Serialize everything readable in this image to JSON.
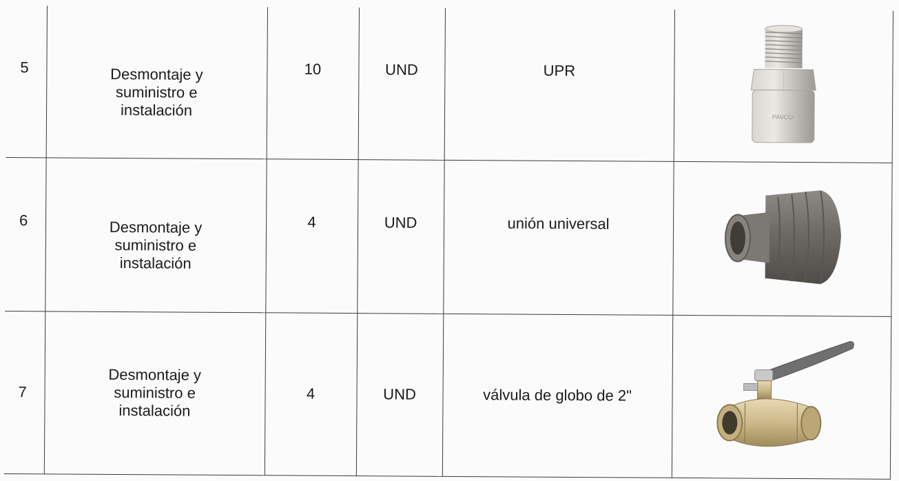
{
  "table": {
    "rows": [
      {
        "number": "5",
        "description": [
          "Desmontaje y",
          "suministro e",
          "instalación"
        ],
        "quantity": "10",
        "unit": "UND",
        "item": "UPR",
        "image": "upr-pipe-fitting-icon"
      },
      {
        "number": "6",
        "description": [
          "Desmontaje y",
          "suministro e",
          "instalación"
        ],
        "quantity": "4",
        "unit": "UND",
        "item": "unión universal",
        "image": "union-fitting-icon"
      },
      {
        "number": "7",
        "description": [
          "Desmontaje y",
          "suministro e",
          "instalación"
        ],
        "quantity": "4",
        "unit": "UND",
        "item": "válvula de globo de 2\"",
        "image": "ball-valve-icon"
      }
    ]
  },
  "colors": {
    "grid": "#3a3a3a",
    "pvc_gray": "#b9b6b2",
    "union_gray": "#77736f",
    "brass": "#cdb98a",
    "lever": "#6f6f6f"
  }
}
